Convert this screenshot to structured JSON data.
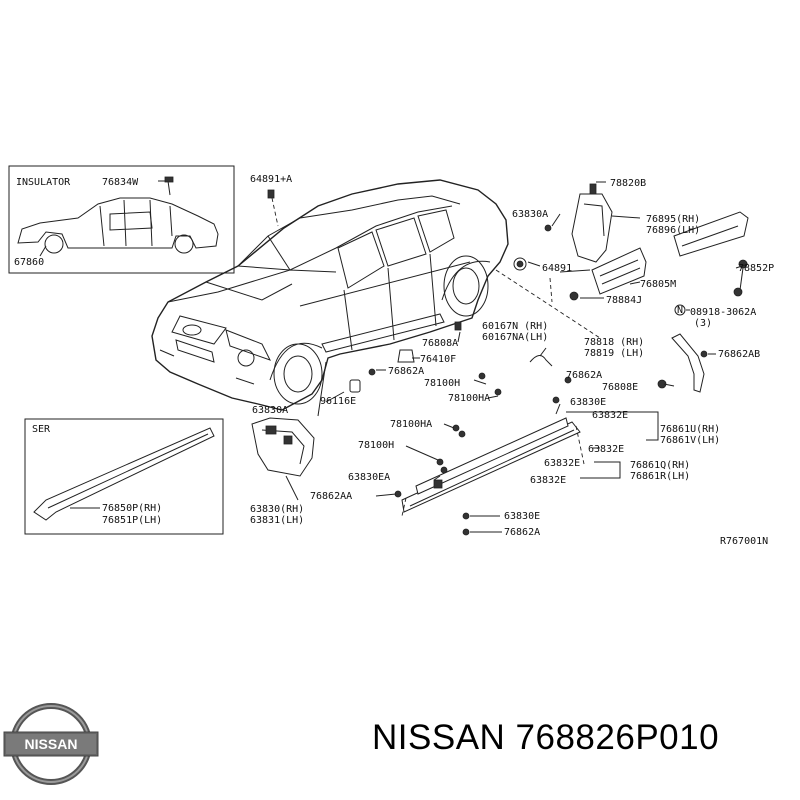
{
  "insulator": {
    "title": "INSULATOR",
    "part_a": "76834W",
    "part_b": "67860"
  },
  "ser": {
    "title": "SER",
    "part_rh": "76850P(RH)",
    "part_lh": "76851P(LH)"
  },
  "labels": {
    "p64891a": "64891+A",
    "p63830a_top": "63830A",
    "p78820b": "78820B",
    "p76895": "76895(RH)",
    "p76896": "76896(LH)",
    "p64891": "64891",
    "p78852p": "78852P",
    "p76805m": "76805M",
    "p78884j": "78884J",
    "p08918": "08918-3062A",
    "p08918_qty": "(3)",
    "p60167n": "60167N (RH)",
    "p60167na": "60167NA(LH)",
    "p78818": "78818 (RH)",
    "p78819": "78819 (LH)",
    "p76862ab": "76862AB",
    "p76808a": "76808A",
    "p76410f": "76410F",
    "p76862a_1": "76862A",
    "p76862a_2": "76862A",
    "p78100h_1": "78100H",
    "p78100h_2": "78100H",
    "p76808e": "76808E",
    "p78100ha_1": "78100HA",
    "p78100ha_2": "78100HA",
    "p63830e_1": "63830E",
    "p63830e_2": "63830E",
    "p63832e_1": "63832E",
    "p63832e_2": "63832E",
    "p63832e_3": "63832E",
    "p63832e_4": "63832E",
    "p76861u": "76861U(RH)",
    "p76861v": "76861V(LH)",
    "p76861q": "76861Q(RH)",
    "p76861r": "76861R(LH)",
    "p63830a_left": "63830A",
    "p96116e": "96116E",
    "p63830ea": "63830EA",
    "p76862aa": "76862AA",
    "p63830": "63830(RH)",
    "p63831": "63831(LH)",
    "p76862a_3": "76862A",
    "ref": "R767001N"
  },
  "brand": {
    "logo_text": "NISSAN",
    "part_number": "NISSAN 768826P010"
  }
}
